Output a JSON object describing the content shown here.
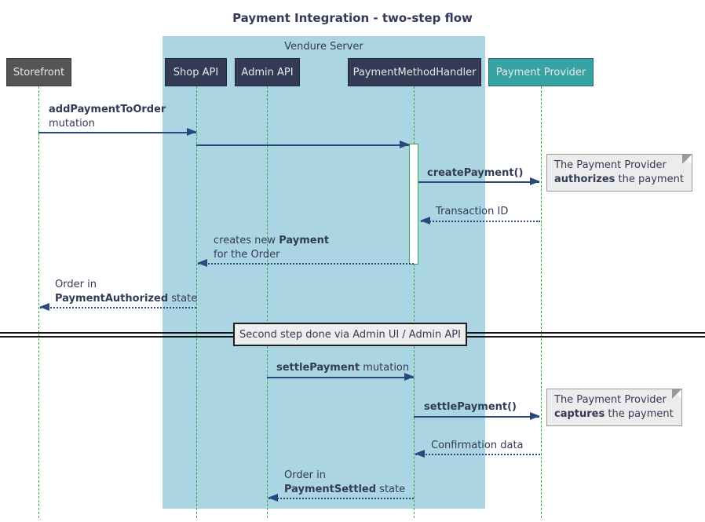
{
  "title": "Payment Integration - two-step flow",
  "colors": {
    "server_background": "#abd5e2",
    "participant_background": "#333a56",
    "storefront_background": "#555555",
    "provider_background": "#38a3a5",
    "lifeline_green": "#3fa43f",
    "arrow_navy": "#27497c",
    "note_background": "#ececec"
  },
  "server_group": {
    "label": "Vendure Server"
  },
  "participants": [
    {
      "label": "Storefront"
    },
    {
      "label": "Shop API"
    },
    {
      "label": "Admin API"
    },
    {
      "label": "PaymentMethodHandler"
    },
    {
      "label": "Payment Provider"
    }
  ],
  "messages": {
    "add_payment": {
      "bold": "addPaymentToOrder",
      "rest": "mutation"
    },
    "create_payment": {
      "bold": "createPayment()"
    },
    "transaction_id": {
      "text": "Transaction ID"
    },
    "creates_payment": {
      "pre": "creates new ",
      "bold": "Payment",
      "line2": "for the Order"
    },
    "order_authorized": {
      "line1": "Order in",
      "bold": "PaymentAuthorized",
      "post": " state"
    },
    "settle_mutation": {
      "bold": "settlePayment",
      "rest": " mutation"
    },
    "settle_call": {
      "bold": "settlePayment()"
    },
    "confirmation": {
      "text": "Confirmation data"
    },
    "order_settled": {
      "line1": "Order in",
      "bold": "PaymentSettled",
      "post": " state"
    }
  },
  "notes": {
    "authorize": {
      "line1": "The Payment Provider",
      "bold": "authorizes",
      "post": " the payment"
    },
    "capture": {
      "line1": "The Payment Provider",
      "bold": "captures",
      "post": " the payment"
    }
  },
  "divider": {
    "label": "Second step done via Admin UI / Admin API"
  }
}
